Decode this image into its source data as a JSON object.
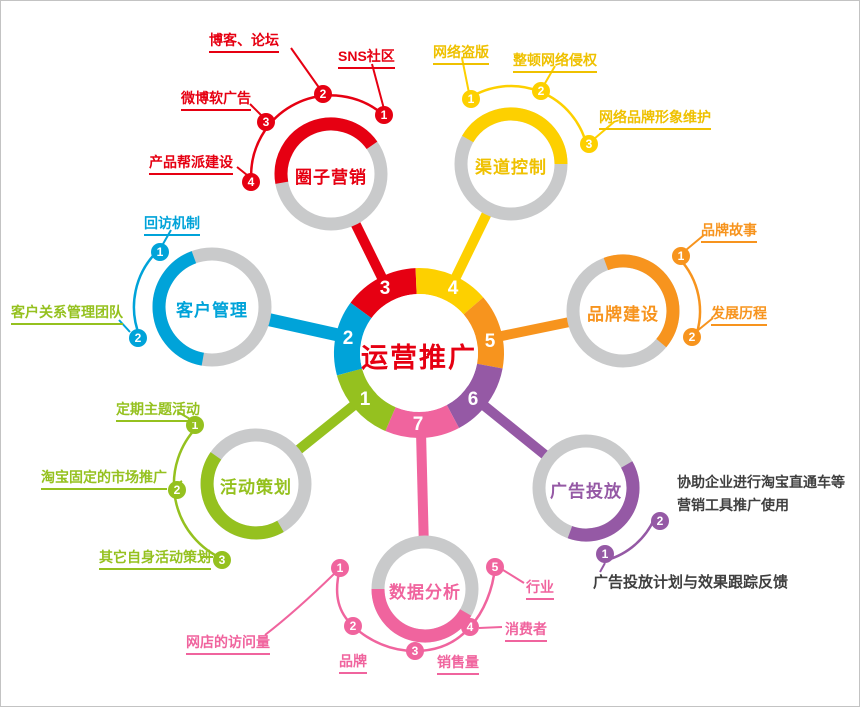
{
  "colors": {
    "red": "#e60012",
    "yellow": "#fdd000",
    "orange": "#f7941e",
    "purple": "#9559a5",
    "pink": "#f0649e",
    "green": "#95c11f",
    "blue": "#00a3d9",
    "gray_ring": "#c9cacb",
    "dark_text": "#3f3f3f"
  },
  "center": {
    "title": "运营推广"
  },
  "nodes": {
    "circle_marketing": {
      "num": "3",
      "label": "圈子营销",
      "items": [
        {
          "num": "1",
          "label": "SNS社区"
        },
        {
          "num": "2",
          "label": "博客、论坛"
        },
        {
          "num": "3",
          "label": "微博软广告"
        },
        {
          "num": "4",
          "label": "产品帮派建设"
        }
      ]
    },
    "channel_control": {
      "num": "4",
      "label": "渠道控制",
      "items": [
        {
          "num": "1",
          "label": "网络盗版"
        },
        {
          "num": "2",
          "label": "整顿网络侵权"
        },
        {
          "num": "3",
          "label": "网络品牌形象维护"
        }
      ]
    },
    "brand_building": {
      "num": "5",
      "label": "品牌建设",
      "items": [
        {
          "num": "1",
          "label": "品牌故事"
        },
        {
          "num": "2",
          "label": "发展历程"
        }
      ]
    },
    "ad_placement": {
      "num": "6",
      "label": "广告投放",
      "items": [
        {
          "num": "1",
          "label": "广告投放计划与效果跟踪反馈"
        },
        {
          "num": "2",
          "label": "协助企业进行淘宝直通车等营销工具推广使用"
        }
      ]
    },
    "data_analysis": {
      "num": "7",
      "label": "数据分析",
      "items": [
        {
          "num": "1",
          "label": "网店的访问量"
        },
        {
          "num": "2",
          "label": "品牌"
        },
        {
          "num": "3",
          "label": "销售量"
        },
        {
          "num": "4",
          "label": "消费者"
        },
        {
          "num": "5",
          "label": "行业"
        }
      ]
    },
    "event_planning": {
      "num": "1",
      "label": "活动策划",
      "items": [
        {
          "num": "1",
          "label": "定期主题活动"
        },
        {
          "num": "2",
          "label": "淘宝固定的市场推广"
        },
        {
          "num": "3",
          "label": "其它自身活动策划"
        }
      ]
    },
    "customer_management": {
      "num": "2",
      "label": "客户管理",
      "items": [
        {
          "num": "1",
          "label": "回访机制"
        },
        {
          "num": "2",
          "label": "客户关系管理团队"
        }
      ]
    }
  }
}
